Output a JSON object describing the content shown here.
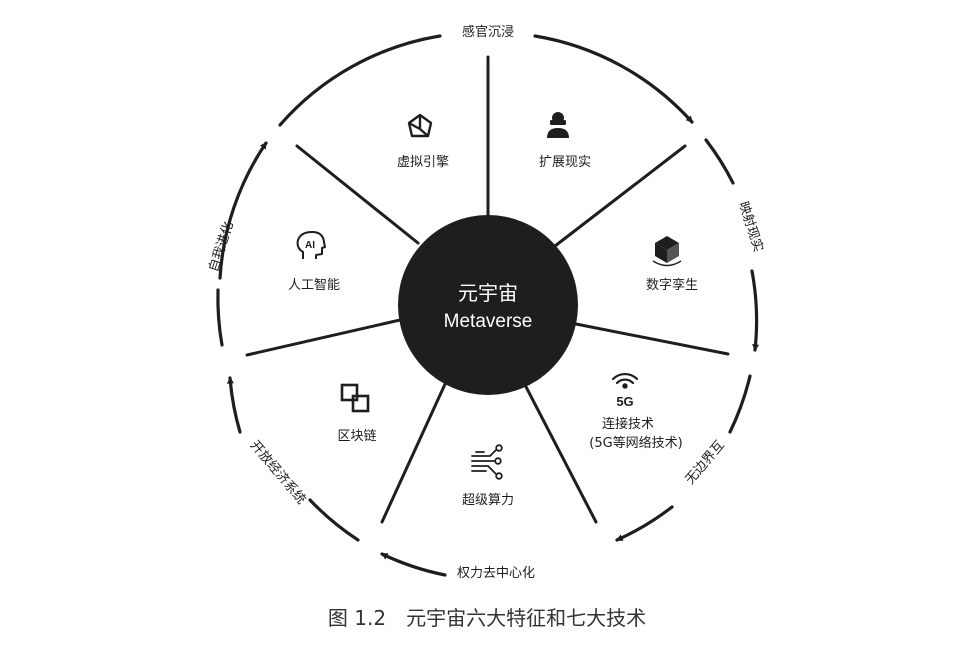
{
  "center": {
    "title": "元宇宙",
    "subtitle": "Metaverse"
  },
  "technologies": [
    {
      "label": "虚拟引擎",
      "icon": "unity-engine-icon"
    },
    {
      "label": "扩展现实",
      "icon": "vr-headset-user-icon"
    },
    {
      "label": "数字孪生",
      "icon": "3d-cube-icon"
    },
    {
      "label": "连接技术",
      "label_2": "(5G等网络技术)",
      "icon": "5g-signal-icon",
      "icon_text": "5G"
    },
    {
      "label": "超级算力",
      "icon": "circuit-nodes-icon"
    },
    {
      "label": "区块链",
      "icon": "linked-blocks-icon"
    },
    {
      "label": "人工智能",
      "icon": "ai-head-icon",
      "icon_text": "AI"
    }
  ],
  "features": [
    "感官沉浸",
    "映射现实",
    "无边界互",
    "权力去中心化",
    "开放经济系统",
    "自我进化"
  ],
  "caption": "图 1.2　元宇宙六大特征和七大技术",
  "colors": {
    "ink": "#1e1e1e",
    "background": "#ffffff",
    "caption": "#333333"
  }
}
